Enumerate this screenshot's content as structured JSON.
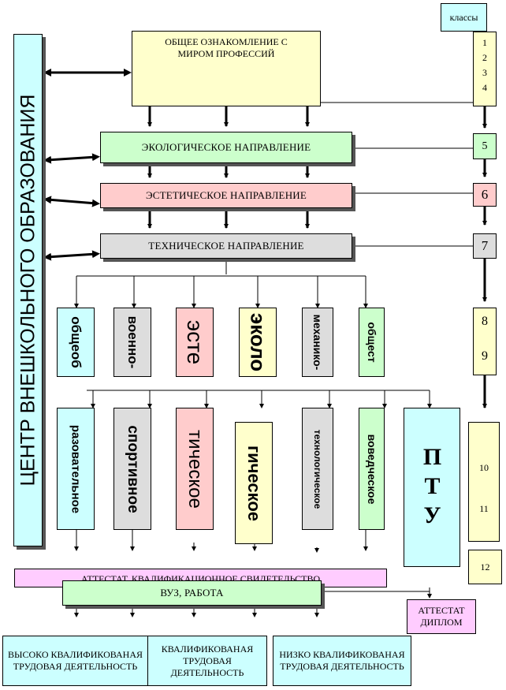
{
  "center_label": "ЦЕНТР ВНЕШКОЛЬНОГО ОБРАЗОВАНИЯ",
  "grades": {
    "header": "классы",
    "g1": "1",
    "g2": "2",
    "g3": "3",
    "g4": "4",
    "g5": "5",
    "g6": "6",
    "g7": "7",
    "g8": "8",
    "g9": "9",
    "g10": "10",
    "g11": "11",
    "g12": "12"
  },
  "stages": {
    "intro": "ОБЩЕЕ ОЗНАКОМЛЕНИЕ С МИРОМ ПРОФЕССИЙ",
    "ecological": "ЭКОЛОГИЧЕСКОЕ НАПРАВЛЕНИЕ",
    "aesthetic": "ЭСТЕТИЧЕСКОЕ НАПРАВЛЕНИЕ",
    "technical": "ТЕХНИЧЕСКОЕ НАПРАВЛЕНИЕ"
  },
  "profiles": {
    "general_top": "общеоб",
    "general_bottom": "разовательное",
    "military_top": "военно-",
    "military_bottom": "спортивное",
    "aesthetic_top": "эсте",
    "aesthetic_bottom": "тическое",
    "ecology_top": "эколо",
    "ecology_bottom": "гическое",
    "mech_top": "механико-",
    "mech_bottom": "технологическое",
    "social_top": "общест",
    "social_bottom": "воведческое",
    "ptu": "ПТУ"
  },
  "outcomes": {
    "certificate": "АТТЕСТАТ, КВАЛИФИКАЦИОННОЕ СВИДЕТЕЛЬСТВО",
    "university": "ВУЗ, РАБОТА",
    "diploma": "АТТЕСТАТ ДИПЛОМ",
    "high": "ВЫСОКО КВАЛИФИКОВАНАЯ ТРУДОВАЯ ДЕЯТЕЛЬНОСТЬ",
    "qualified": "КВАЛИФИКОВАНАЯ ТРУДОВАЯ ДЕЯТЕЛЬНОСТЬ",
    "low": "НИЗКО КВАЛИФИКОВАНАЯ ТРУДОВАЯ ДЕЯТЕЛЬНОСТЬ"
  },
  "colors": {
    "intro": "#ffffcc",
    "ecological": "#ccffcc",
    "aesthetic": "#ffcccc",
    "technical": "#dddddd",
    "general": "#ccffff",
    "military": "#dddddd",
    "aesthetic_profile": "#ffcccc",
    "ecology_profile": "#ffffcc",
    "social": "#ccffcc",
    "ptu": "#ccffff",
    "certificate": "#ffccff"
  }
}
